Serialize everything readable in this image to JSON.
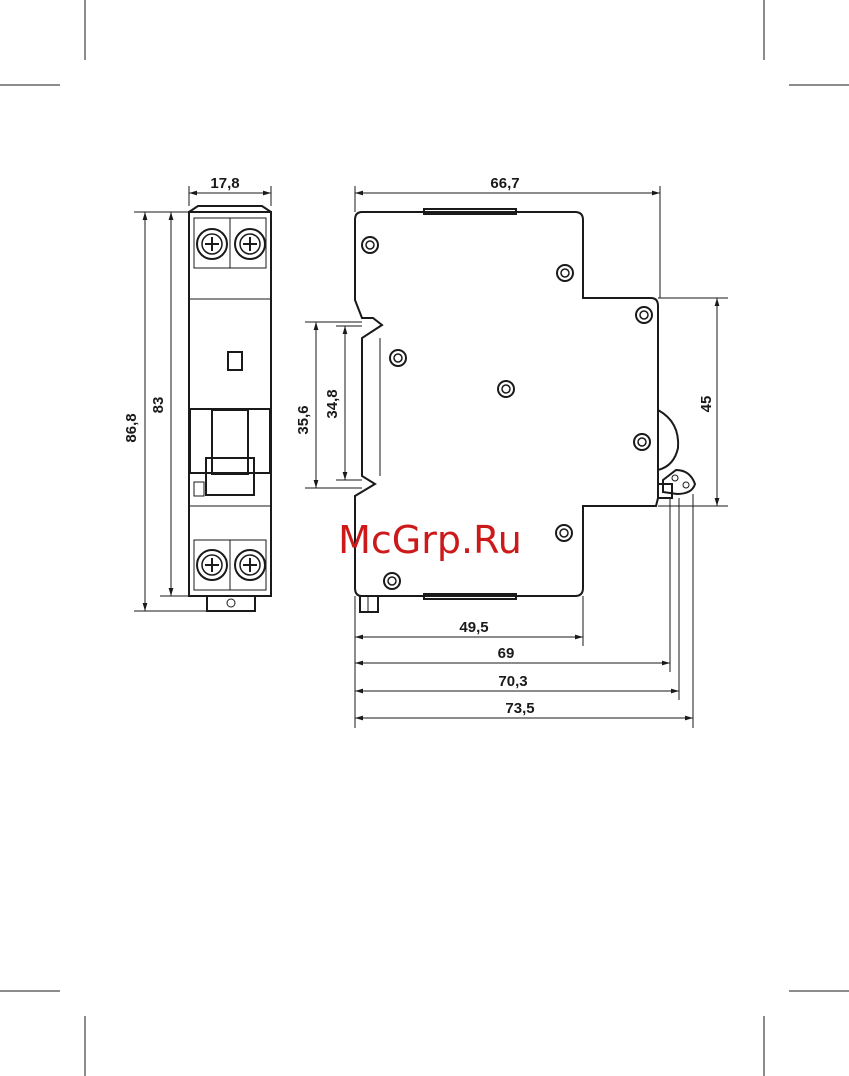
{
  "watermark": "McGrp.Ru",
  "front_view": {
    "width_label": "17,8",
    "height_outer_label": "86,8",
    "height_inner_label": "83"
  },
  "side_view": {
    "depth_top_label": "66,7",
    "rail_outer_label": "35,6",
    "rail_inner_label": "34,8",
    "height_label": "45",
    "depth_labels": [
      "49,5",
      "69",
      "70,3",
      "73,5"
    ]
  },
  "colors": {
    "line": "#1a1a1a",
    "watermark": "#cc1a1a",
    "background": "#ffffff"
  }
}
